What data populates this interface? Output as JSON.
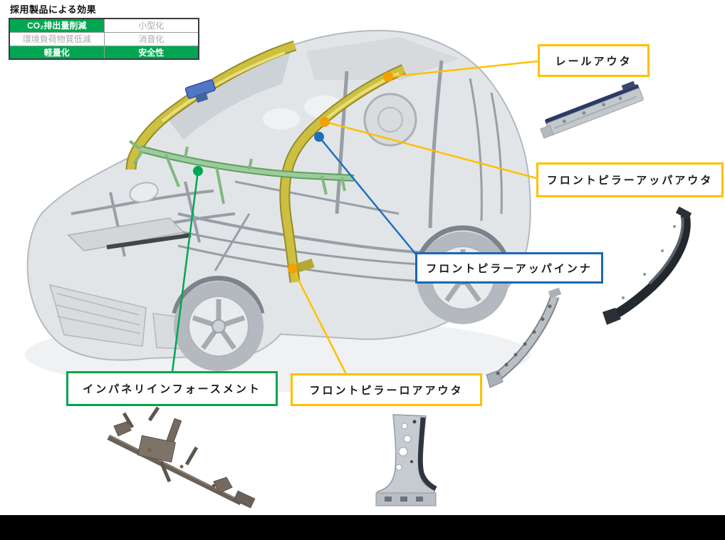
{
  "title": "採用製品による効果",
  "effects_table": {
    "rows": [
      [
        {
          "label": "CO₂排出量削減",
          "active": true
        },
        {
          "label": "小型化",
          "active": false
        }
      ],
      [
        {
          "label": "環境負荷物質低減",
          "active": false
        },
        {
          "label": "消音化",
          "active": false
        }
      ],
      [
        {
          "label": "軽量化",
          "active": true
        },
        {
          "label": "安全性",
          "active": true
        }
      ]
    ]
  },
  "callouts": [
    {
      "id": "rail-outer",
      "label": "レールアウタ",
      "color": "#FFC000"
    },
    {
      "id": "front-pillar-upper-outer",
      "label": "フロントピラーアッパアウタ",
      "color": "#FFC000"
    },
    {
      "id": "front-pillar-upper-inner",
      "label": "フロントピラーアッパインナ",
      "color": "#1A68B2"
    },
    {
      "id": "instrument-panel-reinforcement",
      "label": "インパネリインフォースメント",
      "color": "#00A651"
    },
    {
      "id": "front-pillar-lower-outer",
      "label": "フロントピラーロアアウタ",
      "color": "#FFC000"
    }
  ],
  "colors": {
    "accent_yellow": "#FFC000",
    "accent_blue": "#1A68B2",
    "accent_green": "#00A651",
    "table_active_bg": "#00A651",
    "table_inactive_text": "#ABABAB",
    "car_highlight_yellow": "#CDC040",
    "car_highlight_green": "#9CCB9C",
    "bottom_bar": "#000000"
  }
}
